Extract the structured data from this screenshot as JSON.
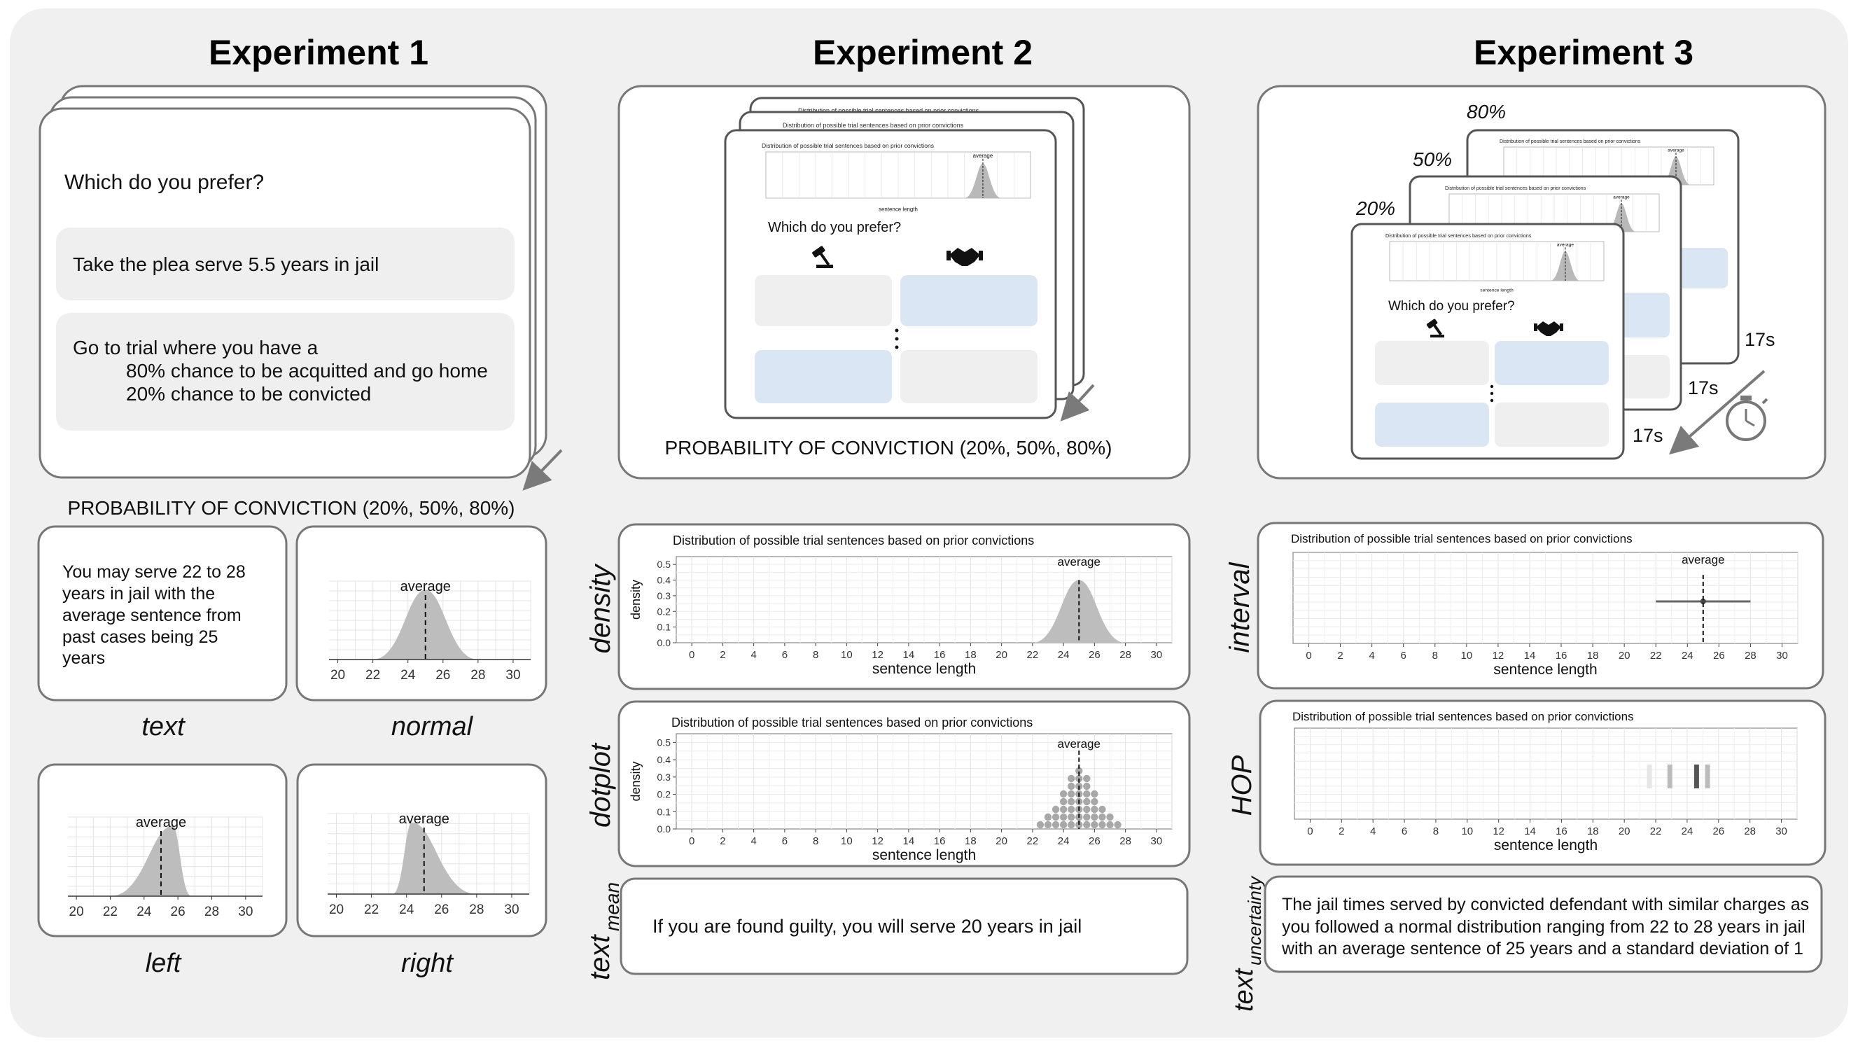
{
  "experiments": [
    {
      "title": "Experiment 1"
    },
    {
      "title": "Experiment 2"
    },
    {
      "title": "Experiment 3"
    }
  ],
  "exp1": {
    "question": "Which do you prefer?",
    "plea_option": "Take the plea serve 5.5 years in jail",
    "trial_line1": "Go to trial where you have a",
    "trial_line2": "80% chance to be acquitted and go home",
    "trial_line3": "20% chance to be convicted",
    "probability_label": "PROBABILITY OF CONVICTION (20%, 50%, 80%)",
    "text_card_lines": [
      "You may serve 22 to 28",
      "years in jail with the",
      "average sentence from",
      "past cases being 25",
      "years"
    ],
    "conditions": {
      "text": "text",
      "normal": "normal",
      "left": "left",
      "right": "right"
    },
    "mini_ticks": [
      "20",
      "22",
      "24",
      "26",
      "28",
      "30"
    ],
    "average_label": "average"
  },
  "exp2": {
    "screen_plot_title": "Distribution of possible trial sentences based on prior convictions",
    "screen_question": "Which do you prefer?",
    "probability_label": "PROBABILITY OF CONVICTION (20%, 50%, 80%)",
    "conditions": {
      "density": "density",
      "dotplot": "dotplot",
      "text_main": "text",
      "text_sub": "mean"
    },
    "plot_title": "Distribution of possible trial sentences based on prior convictions",
    "xlabel": "sentence length",
    "ylabel": "density",
    "average_label": "average",
    "text_mean": "If you are found guilty, you will serve 20 years in jail"
  },
  "exp3": {
    "percent_labels": [
      "80%",
      "50%",
      "20%"
    ],
    "timers": [
      "17s",
      "17s",
      "17s"
    ],
    "screen_question": "Which do you prefer?",
    "conditions": {
      "interval": "interval",
      "hop": "HOP",
      "text_main": "text",
      "text_sub": "uncertainty"
    },
    "plot_title": "Distribution of possible trial sentences based on prior convictions",
    "xlabel": "sentence length",
    "average_label": "average",
    "text_uncertainty_lines": [
      "The jail times served by convicted defendant with similar charges as",
      "you followed a normal distribution ranging from 22 to 28 years in jail",
      "with an average sentence of 25 years and a standard deviation of 1"
    ]
  },
  "chart_data": [
    {
      "type": "area",
      "title": "",
      "xlabel": "",
      "ylabel": "",
      "xlim": [
        19.5,
        31
      ],
      "x_ticks": [
        20,
        22,
        24,
        26,
        28,
        30
      ],
      "series": [
        {
          "values": [
            {
              "x": 22,
              "y": 0
            },
            {
              "x": 25,
              "y": 0.4
            },
            {
              "x": 28,
              "y": 0
            }
          ]
        }
      ],
      "annotation": {
        "x": 25,
        "text": "average"
      }
    },
    {
      "type": "area",
      "title": "",
      "xlim": [
        19.5,
        31
      ],
      "x_ticks": [
        20,
        22,
        24,
        26,
        28,
        30
      ],
      "series": [
        {
          "values": [
            {
              "x": 22,
              "y": 0
            },
            {
              "x": 25.7,
              "y": 0.4
            },
            {
              "x": 26.8,
              "y": 0
            }
          ]
        }
      ],
      "annotation": {
        "x": 25,
        "text": "average"
      }
    },
    {
      "type": "area",
      "title": "",
      "xlim": [
        19.5,
        31
      ],
      "x_ticks": [
        20,
        22,
        24,
        26,
        28,
        30
      ],
      "series": [
        {
          "values": [
            {
              "x": 23.2,
              "y": 0
            },
            {
              "x": 24.3,
              "y": 0.4
            },
            {
              "x": 28,
              "y": 0
            }
          ]
        }
      ],
      "annotation": {
        "x": 25,
        "text": "average"
      }
    },
    {
      "type": "area",
      "title": "Distribution of possible trial sentences based on prior convictions",
      "xlabel": "sentence length",
      "ylabel": "density",
      "xlim": [
        -1,
        31
      ],
      "ylim": [
        0,
        0.55
      ],
      "x_ticks": [
        0,
        2,
        4,
        6,
        8,
        10,
        12,
        14,
        16,
        18,
        20,
        22,
        24,
        26,
        28,
        30
      ],
      "y_ticks": [
        "0.0",
        "0.1",
        "0.2",
        "0.3",
        "0.4",
        "0.5"
      ],
      "series": [
        {
          "values": [
            {
              "x": 22,
              "y": 0
            },
            {
              "x": 25,
              "y": 0.4
            },
            {
              "x": 28,
              "y": 0
            }
          ]
        }
      ],
      "annotation": {
        "x": 25,
        "text": "average"
      }
    },
    {
      "type": "scatter",
      "title": "Distribution of possible trial sentences based on prior convictions",
      "xlabel": "sentence length",
      "ylabel": "density",
      "xlim": [
        -1,
        31
      ],
      "ylim": [
        0,
        0.55
      ],
      "x_ticks": [
        0,
        2,
        4,
        6,
        8,
        10,
        12,
        14,
        16,
        18,
        20,
        22,
        24,
        26,
        28,
        30
      ],
      "y_ticks": [
        "0.0",
        "0.1",
        "0.2",
        "0.3",
        "0.4",
        "0.5"
      ],
      "dot_columns": [
        {
          "x": 22.5,
          "count": 1
        },
        {
          "x": 23.0,
          "count": 2
        },
        {
          "x": 23.5,
          "count": 3
        },
        {
          "x": 24.0,
          "count": 5
        },
        {
          "x": 24.5,
          "count": 7
        },
        {
          "x": 25.0,
          "count": 8
        },
        {
          "x": 25.5,
          "count": 7
        },
        {
          "x": 26.0,
          "count": 5
        },
        {
          "x": 26.5,
          "count": 3
        },
        {
          "x": 27.0,
          "count": 2
        },
        {
          "x": 27.5,
          "count": 1
        }
      ],
      "annotation": {
        "x": 25,
        "text": "average"
      }
    },
    {
      "type": "scatter",
      "title": "Distribution of possible trial sentences based on prior convictions",
      "xlabel": "sentence length",
      "xlim": [
        -1,
        31
      ],
      "x_ticks": [
        0,
        2,
        4,
        6,
        8,
        10,
        12,
        14,
        16,
        18,
        20,
        22,
        24,
        26,
        28,
        30
      ],
      "interval": {
        "low": 22,
        "high": 28,
        "center": 25
      },
      "annotation": {
        "x": 25,
        "text": "average"
      }
    },
    {
      "type": "scatter",
      "title": "Distribution of possible trial sentences based on prior convictions",
      "xlabel": "sentence length",
      "xlim": [
        -1,
        31
      ],
      "x_ticks": [
        0,
        2,
        4,
        6,
        8,
        10,
        12,
        14,
        16,
        18,
        20,
        22,
        24,
        26,
        28,
        30
      ],
      "hop_draws": [
        {
          "x": 21.6,
          "shade": "#e6e6e6"
        },
        {
          "x": 22.9,
          "shade": "#bcbcbc"
        },
        {
          "x": 24.6,
          "shade": "#555555"
        },
        {
          "x": 25.3,
          "shade": "#bcbcbc"
        }
      ]
    }
  ]
}
